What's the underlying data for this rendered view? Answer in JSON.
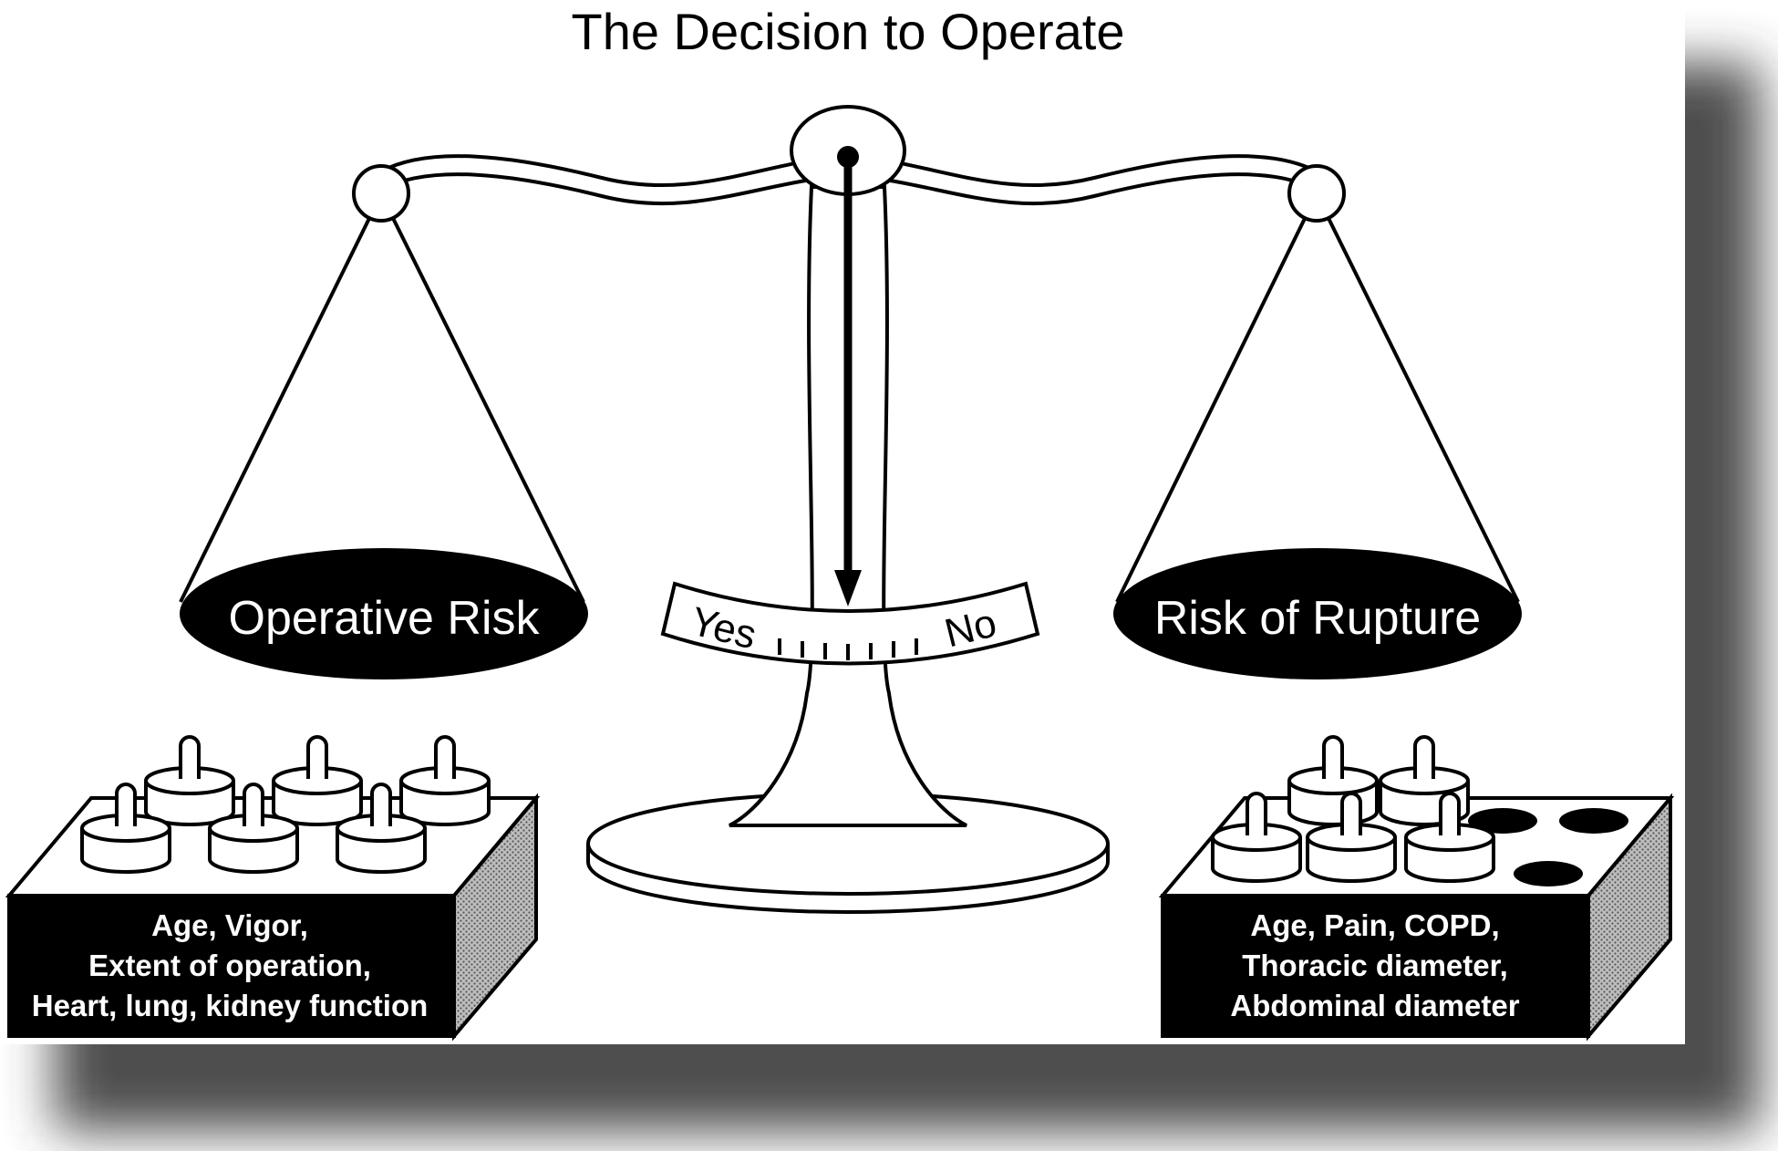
{
  "title": "The Decision to Operate",
  "left_pan": {
    "label": "Operative Risk"
  },
  "right_pan": {
    "label": "Risk of Rupture"
  },
  "dial": {
    "left_label": "Yes",
    "right_label": "No"
  },
  "left_block": {
    "lines": [
      "Age, Vigor,",
      "Extent of operation,",
      "Heart, lung, kidney function"
    ],
    "weights_present": 6
  },
  "right_block": {
    "lines": [
      "Age, Pain, COPD,",
      "Thoracic diameter,",
      "Abdominal diameter"
    ],
    "weights_present": 5,
    "empty_slots": 3
  }
}
